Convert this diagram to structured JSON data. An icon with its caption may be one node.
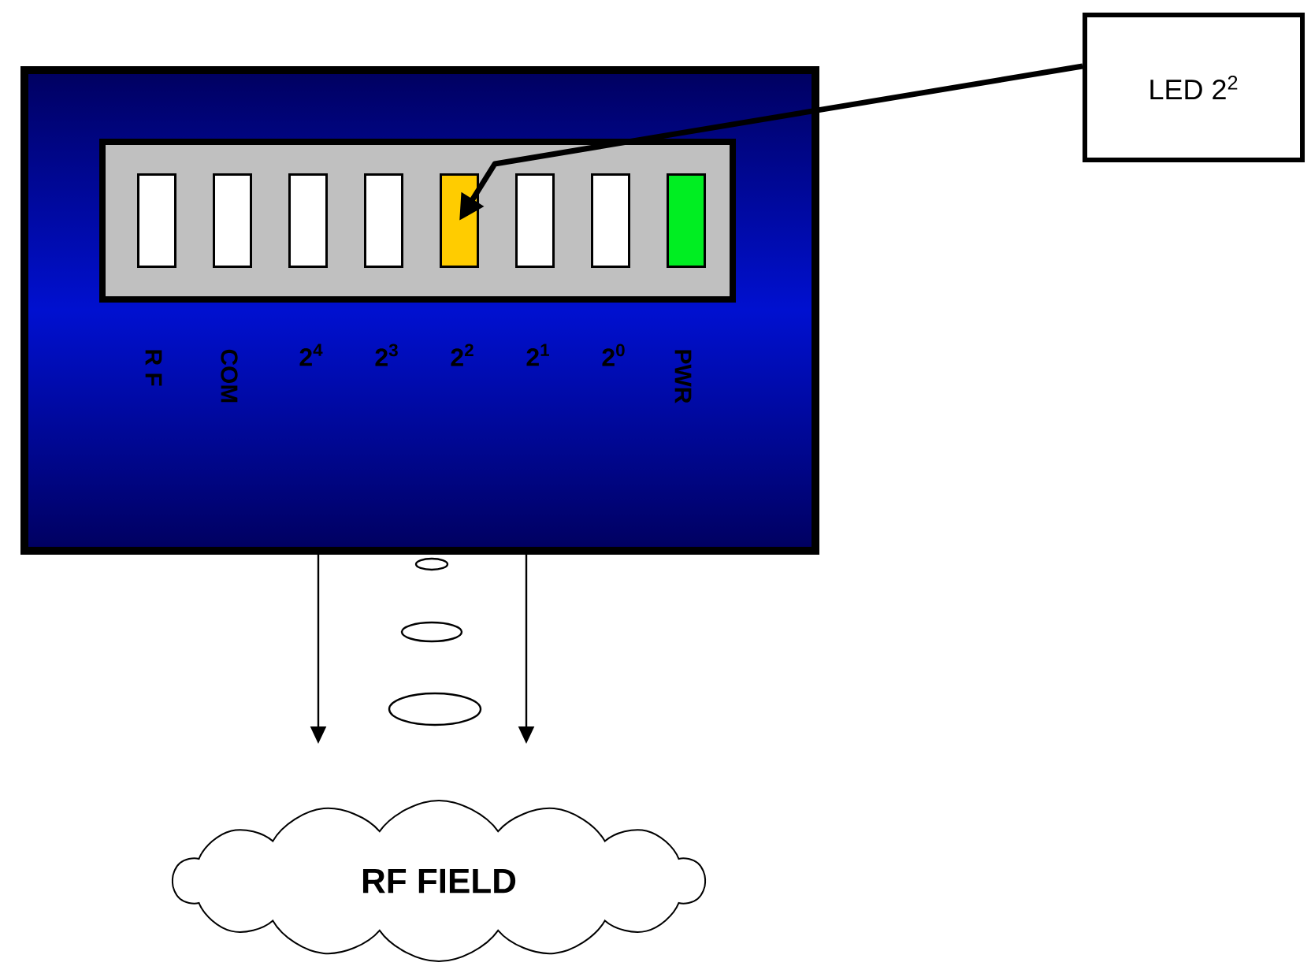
{
  "diagram": {
    "nodes": [
      {
        "text": [],
        "shape": "box"
      },
      {
        "text": [],
        "shape": "box",
        "in": 0
      },
      {
        "text": [],
        "shape": "bar",
        "in": 1
      },
      {
        "text": [],
        "shape": "bar",
        "in": 1
      },
      {
        "text": [],
        "shape": "bar",
        "in": 1
      },
      {
        "text": [],
        "shape": "bar",
        "in": 1
      },
      {
        "text": [],
        "shape": "bar",
        "in": 1
      },
      {
        "text": [],
        "shape": "bar",
        "in": 1
      },
      {
        "text": [],
        "shape": "bar",
        "in": 1
      },
      {
        "text": [],
        "shape": "bar",
        "in": 1
      },
      {
        "text": [
          "LED 2$^{2}$"
        ]
      },
      {
        "text": [
          "RF FIELD"
        ]
      }
    ],
    "edges": [
      {
        "from": 10,
        "to": 6,
        "arrow": "to",
        "style": "thick"
      },
      {
        "from": 0,
        "to": null,
        "arrow": "to"
      },
      {
        "from": 0,
        "to": null,
        "arrow": "to"
      }
    ],
    "labels": [
      "R F",
      "COM",
      "2$^{4}$",
      "2$^{3}$",
      "2$^{2}$",
      "2$^{1}$",
      "2$^{0}$",
      "PWR"
    ]
  }
}
